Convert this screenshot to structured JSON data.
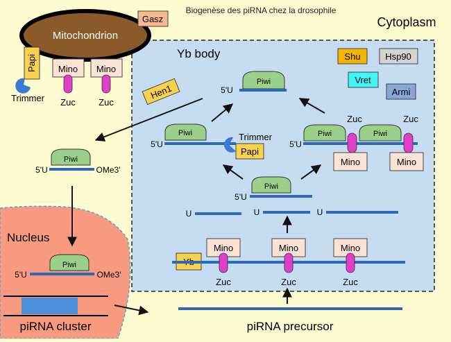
{
  "title": "Biogenèse des piRNA chez la drosophile",
  "compartments": {
    "cytoplasm": "Cytoplasm",
    "mitochondrion": "Mitochondrion",
    "yb_body": "Yb body",
    "nucleus": "Nucleus"
  },
  "proteins": {
    "gasz": "Gasz",
    "papi": "Papi",
    "trimmer": "Trimmer",
    "mino": "Mino",
    "zuc": "Zuc",
    "hen1": "Hen1",
    "piwi": "Piwi",
    "shu": "Shu",
    "hsp90": "Hsp90",
    "vret": "Vret",
    "armi": "Armi",
    "yb": "Yb"
  },
  "rna_labels": {
    "five_prime_u": "5'U",
    "u": "U",
    "ome3": "OMe3'",
    "pirna_cluster": "piRNA cluster",
    "pirna_precursor": "piRNA precursor"
  },
  "colors": {
    "background": "#fdfbd0",
    "yb_body_fill": "#c6dcf0",
    "mitochondrion_fill": "#8b5a2b",
    "nucleus_fill": "#f79a7f",
    "rna_blue": "#2a6ab8",
    "piwi_green": "#9bd08a",
    "zuc_magenta": "#e040c8",
    "mino_fill": "#fde3d6",
    "gasz_fill": "#f6b98f",
    "label_yellow": "#f8d24a",
    "shu_fill": "#f5b400",
    "hsp90_fill": "#d3d3d3",
    "vret_fill": "#3ff5f5",
    "armi_fill": "#8aa6d8",
    "trimmer_blue": "#3a7ad0"
  }
}
